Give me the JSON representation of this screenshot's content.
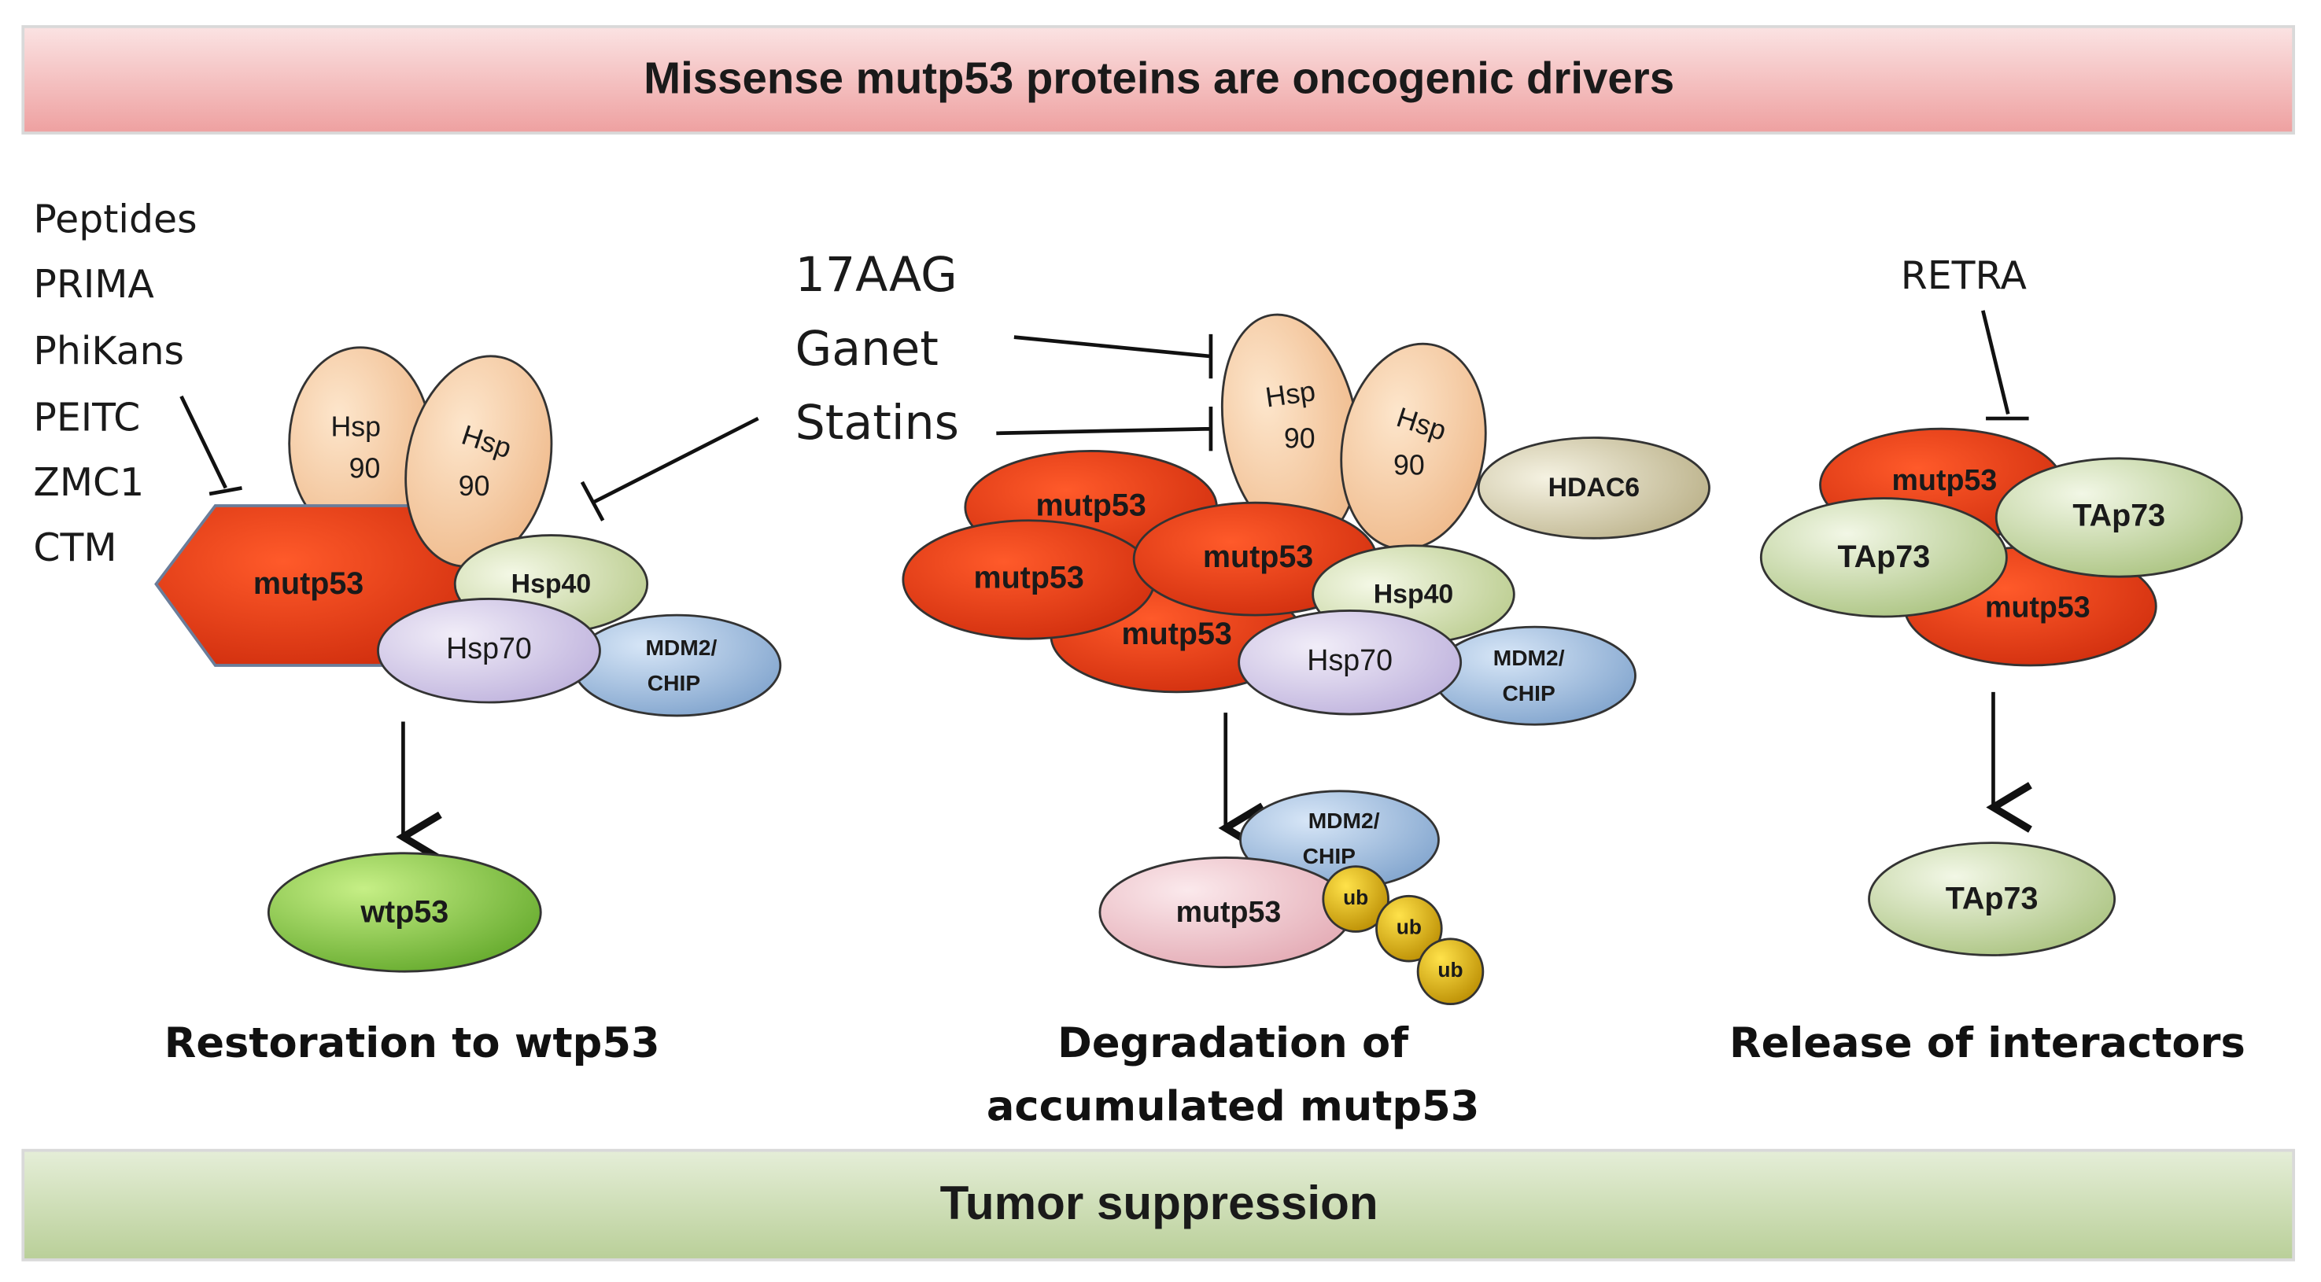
{
  "header": {
    "title": "Missense mutp53 proteins are oncogenic drivers"
  },
  "footer": {
    "title": "Tumor suppression"
  },
  "left": {
    "drugs": [
      "Peptides",
      "PRIMA",
      "PhiKans",
      "PEITC",
      "ZMC1",
      "CTM"
    ],
    "mutp53": "mutp53",
    "hsp90a": [
      "Hsp",
      "90"
    ],
    "hsp90b": [
      "Hsp",
      "90"
    ],
    "hsp40": "Hsp40",
    "hsp70": "Hsp70",
    "mdm2": [
      "MDM2/",
      "CHIP"
    ],
    "product": "wtp53",
    "caption": "Restoration to wtp53"
  },
  "middle": {
    "drugs": [
      "17AAG",
      "Ganet",
      "Statins"
    ],
    "mutp53": [
      "mutp53",
      "mutp53",
      "mutp53",
      "mutp53"
    ],
    "hsp90a": [
      "Hsp",
      "90"
    ],
    "hsp90b": [
      "Hsp",
      "90"
    ],
    "hdac6": "HDAC6",
    "hsp40": "Hsp40",
    "hsp70": "Hsp70",
    "mdm2": [
      "MDM2/",
      "CHIP"
    ],
    "mdm2_product": [
      "MDM2/",
      "CHIP"
    ],
    "mutp53_product": "mutp53",
    "ub": [
      "ub",
      "ub",
      "ub"
    ],
    "caption": [
      "Degradation of",
      "accumulated mutp53"
    ]
  },
  "right": {
    "drug": "RETRA",
    "mutp53": [
      "mutp53",
      "mutp53"
    ],
    "tap73": [
      "TAp73",
      "TAp73"
    ],
    "product": "TAp73",
    "caption": "Release of interactors"
  },
  "colors": {
    "mutp53": "#e8401a",
    "hsp90": "#f7cfa5",
    "hsp40": "#d6e3b4",
    "hsp70": "#d7cfe8",
    "mdm2": "#a9c4e4",
    "hdac6": "#dcd6b6",
    "wtp53": "#8cc63f",
    "tap73": "#cfe0b0",
    "ub": "#e3b600",
    "header": "#f2b8b8",
    "footer": "#c9dbb0"
  }
}
